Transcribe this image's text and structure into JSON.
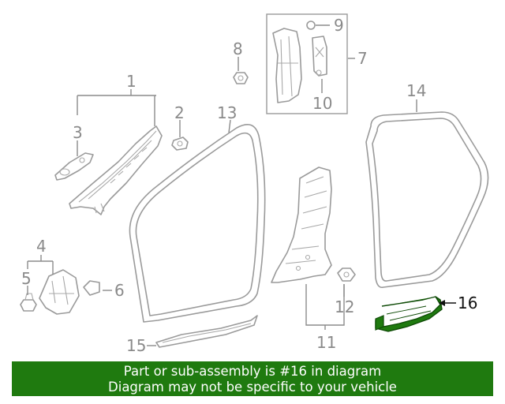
{
  "diagram": {
    "callouts": {
      "c1": "1",
      "c2": "2",
      "c3": "3",
      "c4": "4",
      "c5": "5",
      "c6": "6",
      "c7": "7",
      "c8": "8",
      "c9": "9",
      "c10": "10",
      "c11": "11",
      "c12": "12",
      "c13": "13",
      "c14": "14",
      "c15": "15",
      "c16": "16"
    },
    "highlighted_part": "16",
    "colors": {
      "highlight": "#1f7a0f",
      "line": "#9a9a9a",
      "banner": "#1f7a0f"
    }
  },
  "banner": {
    "line1": "Part or sub-assembly is #16 in diagram",
    "line2": "Diagram may not be specific to your vehicle"
  }
}
